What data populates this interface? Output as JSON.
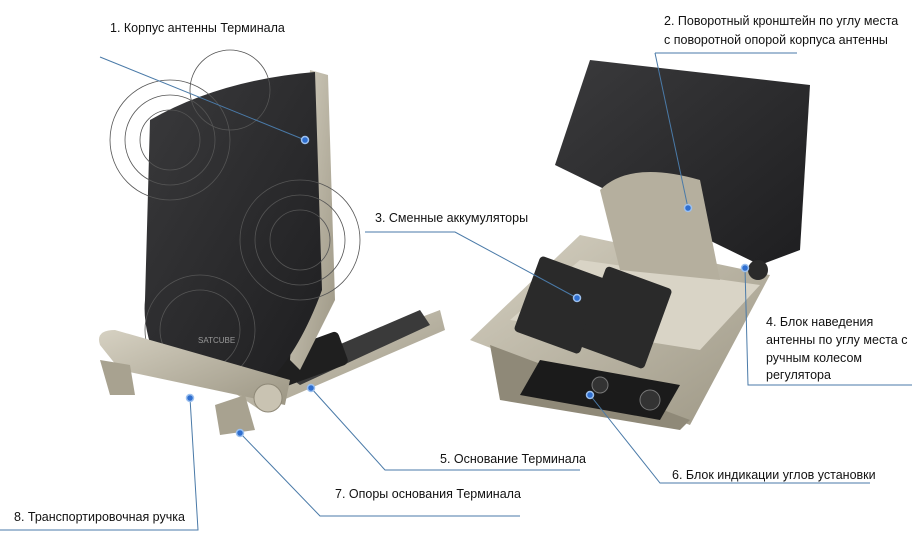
{
  "callouts": [
    {
      "id": 1,
      "text": "1. Корпус антенны Терминала"
    },
    {
      "id": 2,
      "line1": "2. Поворотный кронштейн по углу места",
      "line2": "с поворотной опорой корпуса  антенны"
    },
    {
      "id": 3,
      "text": "3. Сменные аккумуляторы"
    },
    {
      "id": 4,
      "line1": "4. Блок наведения",
      "line2": "антенны по углу места с",
      "line3": "ручным колесом",
      "line4": "регулятора"
    },
    {
      "id": 5,
      "text": "5. Основание Терминала"
    },
    {
      "id": 6,
      "text": "6. Блок индикации углов установки"
    },
    {
      "id": 7,
      "text": "7. Опоры основания Терминала"
    },
    {
      "id": 8,
      "text": "8. Транспортировочная ручка"
    }
  ],
  "brand_logo": "SATCUBE",
  "colors": {
    "leader": "#4a7aa8",
    "dot": "#2f6fd0",
    "panel": "#2e2e30",
    "frame": "#b9b3a2"
  }
}
